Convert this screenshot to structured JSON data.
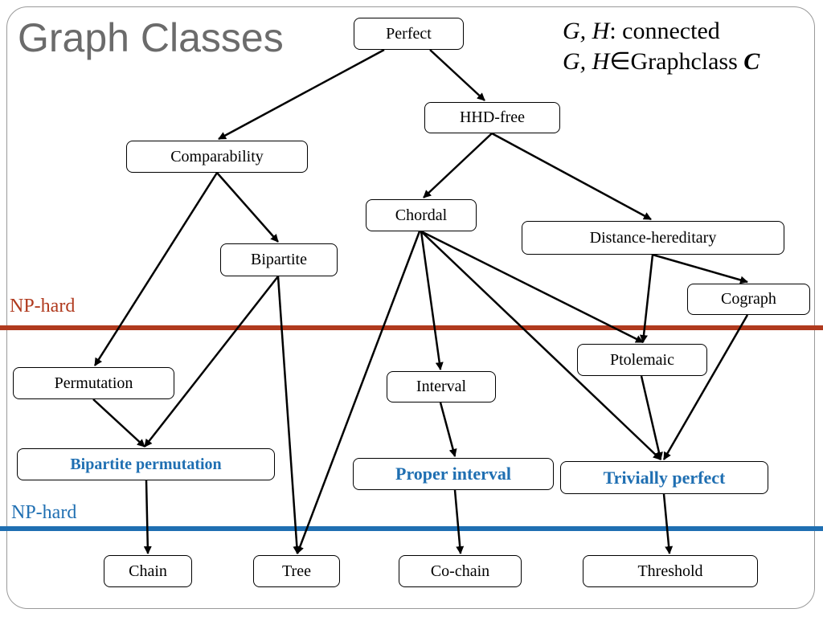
{
  "title": "Graph Classes",
  "legend": {
    "line1_vars": "G, H",
    "line1_rest": ": connected",
    "line2_vars": "G, H",
    "line2_rest": "∈Graphclass ",
    "line2_class": "C"
  },
  "bands": [
    {
      "label": "NP-hard",
      "color": "#b03a1e"
    },
    {
      "label": "NP-hard",
      "color": "#1f6fb2"
    }
  ],
  "nodes": {
    "perfect": "Perfect",
    "hhd_free": "HHD-free",
    "comparability": "Comparability",
    "chordal": "Chordal",
    "distance_hereditary": "Distance-hereditary",
    "bipartite": "Bipartite",
    "cograph": "Cograph",
    "ptolemaic": "Ptolemaic",
    "permutation": "Permutation",
    "interval": "Interval",
    "bipartite_permutation": "Bipartite permutation",
    "proper_interval": "Proper interval",
    "trivially_perfect": "Trivially perfect",
    "chain": "Chain",
    "tree": "Tree",
    "co_chain": "Co-chain",
    "threshold": "Threshold"
  },
  "edges": [
    [
      "perfect",
      "comparability"
    ],
    [
      "perfect",
      "hhd_free"
    ],
    [
      "hhd_free",
      "chordal"
    ],
    [
      "hhd_free",
      "distance_hereditary"
    ],
    [
      "comparability",
      "bipartite"
    ],
    [
      "comparability",
      "permutation"
    ],
    [
      "bipartite",
      "bipartite_permutation"
    ],
    [
      "bipartite",
      "tree"
    ],
    [
      "permutation",
      "bipartite_permutation"
    ],
    [
      "chordal",
      "tree"
    ],
    [
      "chordal",
      "interval"
    ],
    [
      "chordal",
      "ptolemaic"
    ],
    [
      "chordal",
      "trivially_perfect"
    ],
    [
      "distance_hereditary",
      "ptolemaic"
    ],
    [
      "distance_hereditary",
      "cograph"
    ],
    [
      "ptolemaic",
      "trivially_perfect"
    ],
    [
      "cograph",
      "trivially_perfect"
    ],
    [
      "interval",
      "proper_interval"
    ],
    [
      "bipartite_permutation",
      "chain"
    ],
    [
      "proper_interval",
      "co_chain"
    ],
    [
      "trivially_perfect",
      "threshold"
    ]
  ]
}
